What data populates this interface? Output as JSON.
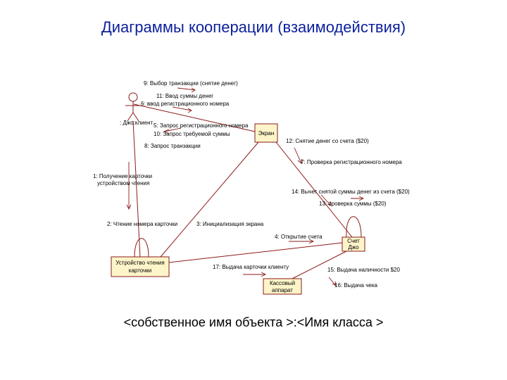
{
  "title": "Диаграммы кооперации (взаимодействия)",
  "caption": "<собственное имя объекта >:<Имя класса >",
  "objects": {
    "actor": ": Джо:клиент",
    "screen": "Экран",
    "reader_1": "Устройство чтения",
    "reader_2": "карточки",
    "account_1": "Счет",
    "account_2": "Джо",
    "cash_1": "Кассовый",
    "cash_2": "аппарат"
  },
  "messages": {
    "m9": "9: Выбор транзакции (снятие денег)",
    "m11": "11: Ввод суммы денег",
    "m6": "6: ввод регистрационного номера",
    "m5": "5: Запрос регистрационного номера",
    "m10": "10: Запрос требуемой суммы",
    "m8": "8: Запрос транзакции",
    "m1a": "1: Получение карточки",
    "m1b": "устройством чтения",
    "m2": "2: Чтение номера карточки",
    "m3": "3: Инициализация экрана",
    "m12": "12: Снятие денег со счета ($20)",
    "m7": "7: Проверка регистрационного номера",
    "m14": "14:  Вычет снятой суммы денег из счета ($20)",
    "m13": "13: проверка суммы ($20)",
    "m4": "4: Открытие счета",
    "m17": "17: Выдача карточки клиенту",
    "m15": "15: Выдача наличности $20",
    "m16": "16: Выдача чека"
  }
}
